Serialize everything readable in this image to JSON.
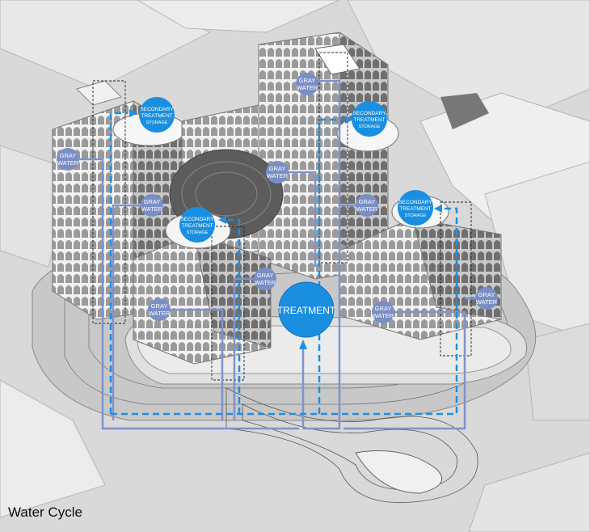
{
  "caption": "Water Cycle",
  "labels": {
    "gray_water_line1": "GRAY",
    "gray_water_line2": "WATER",
    "storage_line1": "SECONDARY",
    "storage_line2": "TREATMENT",
    "storage_line3": "STORAGE",
    "treatment": "TREATMENT"
  },
  "colors": {
    "gray_water_node": "#7a8ec6",
    "storage_node": "#1a8fe0",
    "treatment_node": "#1a8fe0",
    "pipe_gray": "#7f93cc",
    "pipe_treated": "#1f8fe0"
  }
}
